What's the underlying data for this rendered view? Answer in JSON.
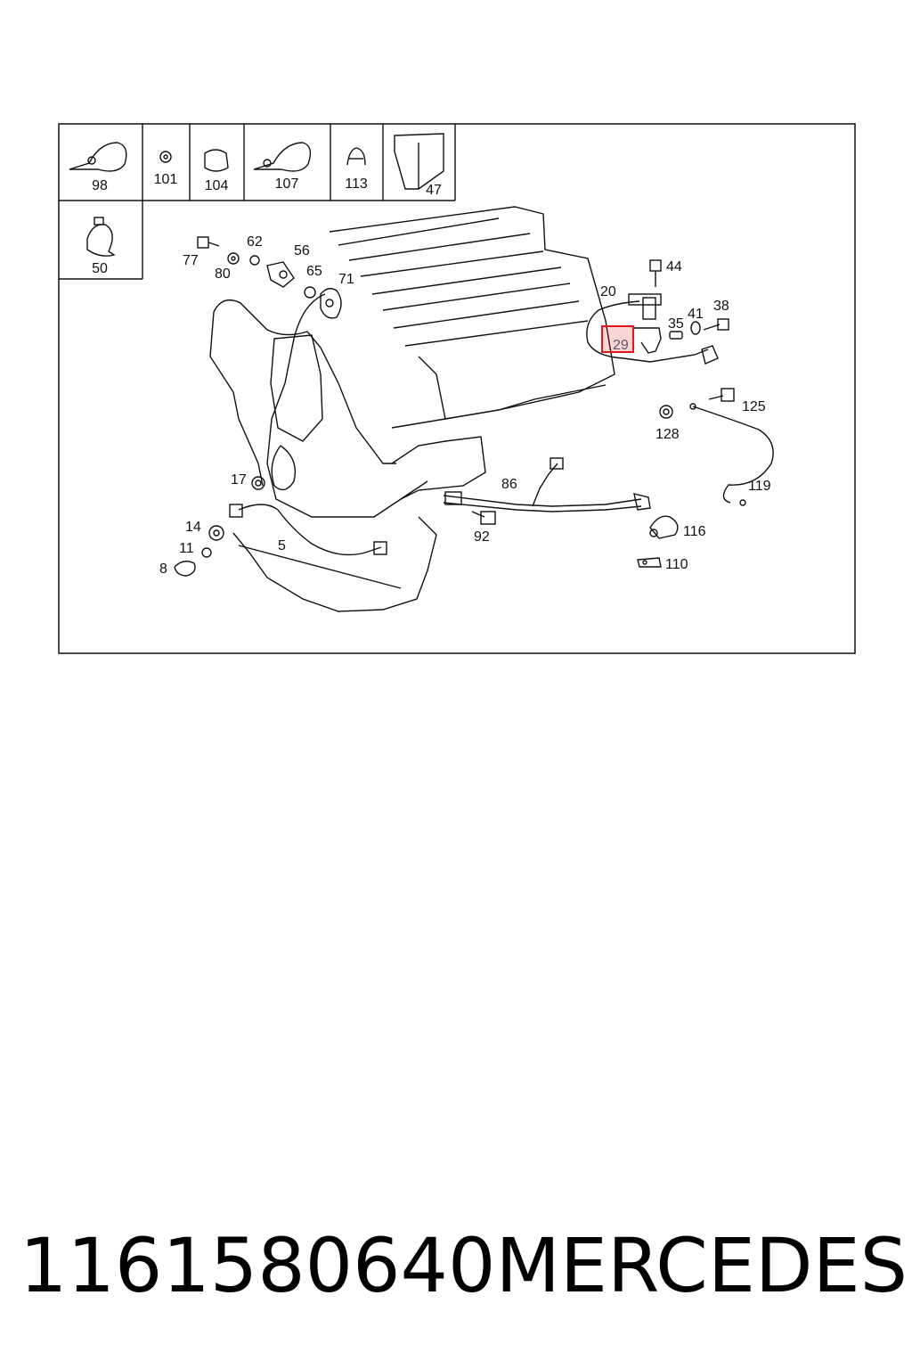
{
  "diagram": {
    "inset_labels": [
      "98",
      "101",
      "104",
      "107",
      "113",
      "47",
      "50"
    ],
    "callouts": [
      "77",
      "80",
      "62",
      "56",
      "65",
      "71",
      "44",
      "20",
      "35",
      "41",
      "38",
      "29",
      "125",
      "128",
      "119",
      "17",
      "86",
      "14",
      "11",
      "8",
      "5",
      "92",
      "116",
      "110"
    ],
    "highlighted_part": "29",
    "highlight_color": "#e8141c"
  },
  "caption": {
    "part_number": "1161580640",
    "brand": "MERCEDES"
  }
}
